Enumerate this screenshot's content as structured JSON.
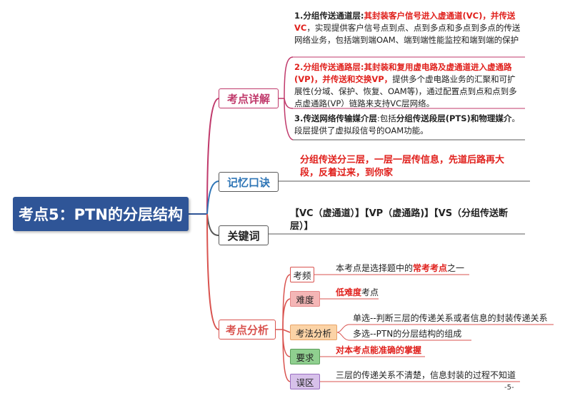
{
  "root": {
    "title": "考点5：PTN的分层结构"
  },
  "branches": {
    "detail": {
      "label": "考点详解",
      "items": [
        {
          "p1": "1.分组传送通道层:",
          "p2": "其封装客户信号进入虚通道(VC)，并传送VC",
          "p3": "，实现提供客户信号点到点、点到多点和多点到多点的传送网络业务，包括端到端OAM、端到端性能监控和端到端的保护"
        },
        {
          "p1": "2.分组传送通路层:",
          "p2": "其封装和复用虚电路及虚通道进入虚通路(VP)，并传送和交换VP，",
          "p3": "提供多个虚电路业务的汇聚和可扩展性(分域、保护、恢复、OAM等)，通过配置点到点和点到多点虚通路(VP）链路来支持VC层网络。"
        },
        {
          "p1": "3.传送网络传输媒介层",
          "p2": ":包括",
          "p3": "分组传送段层(PTS)和物理媒介",
          "p4": "。段层提供了虚拟段信号的OAM功能。"
        }
      ]
    },
    "mnemonic": {
      "label": "记忆口诀",
      "text": "分组传送分三层，一层一层传信息，先道后路再大段，反着过来，到你家"
    },
    "keywords": {
      "label": "关键词",
      "text": "【VC（虚通道）】【VP（虚通路)】【VS（分组传送断层）】"
    },
    "analysis": {
      "label": "考点分析",
      "freq": {
        "label": "考频",
        "t1": "本考点是选择题中的",
        "t2": "常考考点",
        "t3": "之一"
      },
      "difficulty": {
        "label": "难度",
        "t1": "低难度",
        "t2": "考点"
      },
      "method": {
        "label": "考法分析",
        "single": "单选--判断三层的传递关系或者信息的封装传递关系",
        "multi": "多选--PTN的分层结构的组成"
      },
      "requirement": {
        "label": "要求",
        "text": "对本考点能准确的掌握"
      },
      "mistake": {
        "label": "误区",
        "text": "三层的传递关系不清楚，信息封装的过程不知道"
      }
    }
  },
  "page": {
    "number": "-5-"
  },
  "colors": {
    "root": "#2f5597",
    "detail": "#c0396b",
    "mnemonic": "#2e75b6",
    "keywords": "#595959",
    "analysis": "#d9534f",
    "accent_red": "#e0201c"
  }
}
